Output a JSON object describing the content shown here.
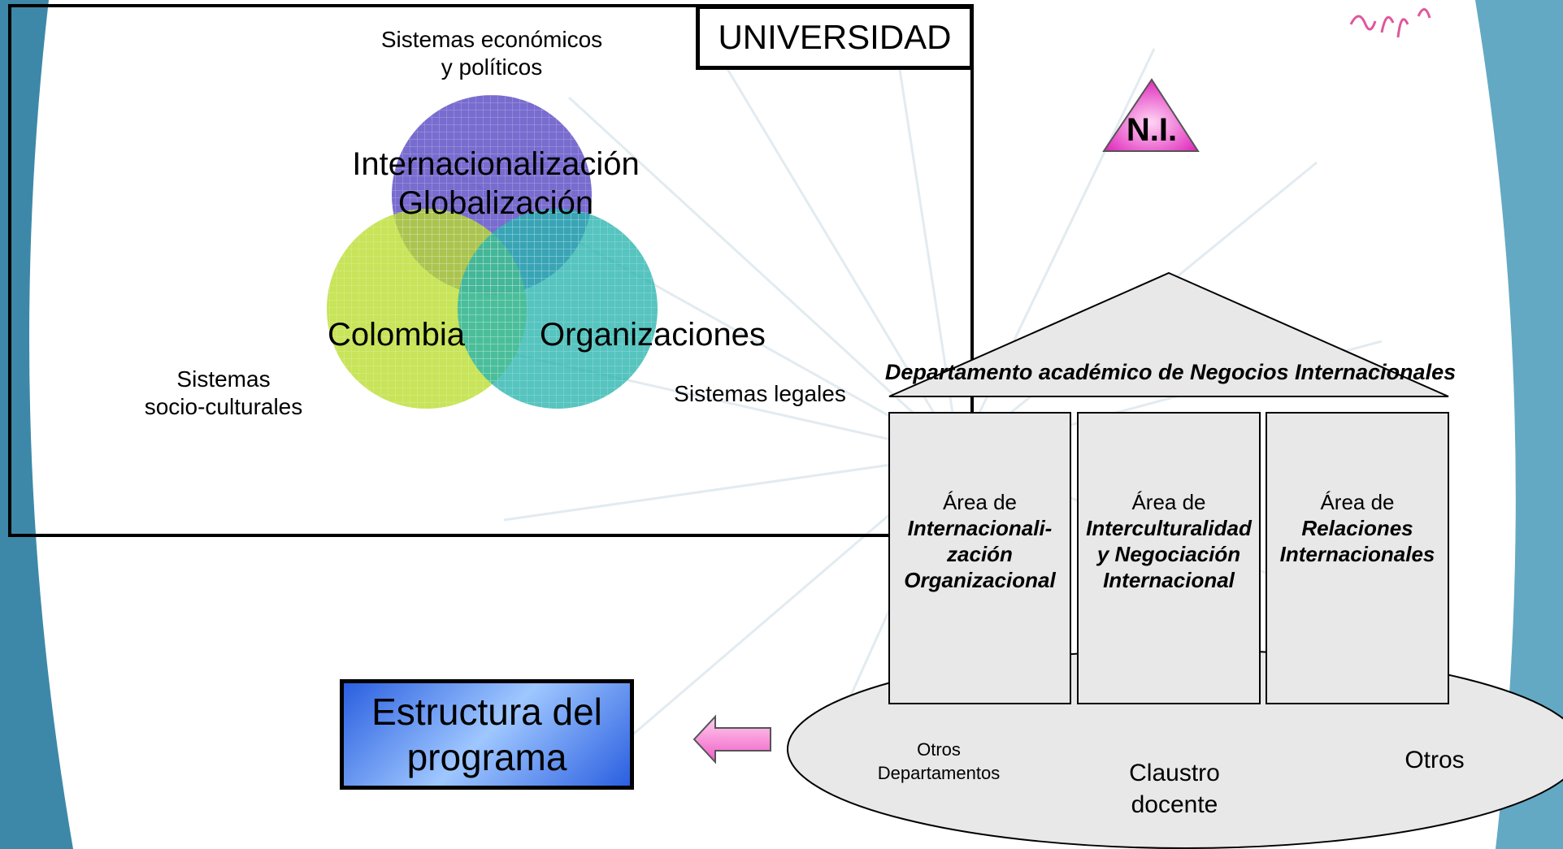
{
  "university_label": "UNIVERSIDAD",
  "ni_label": "N.I.",
  "context": {
    "economic_line1": "Sistemas económicos",
    "economic_line2": "y políticos",
    "socio_line1": "Sistemas",
    "socio_line2": "socio-culturales",
    "legal": "Sistemas legales"
  },
  "venn": {
    "top_line1": "Internacionalización",
    "top_line2": "Globalización",
    "left": "Colombia",
    "right": "Organizaciones",
    "colors": {
      "top": "#5a4cc4",
      "left": "#b8dd2a",
      "right": "#27b3ad"
    }
  },
  "department": {
    "roof_label": "Departamento académico de Negocios Internacionales",
    "areas": [
      {
        "prefix": "Área de",
        "line1": "Internacionali-",
        "line2": "zación",
        "line3": "Organizacional"
      },
      {
        "prefix": "Área de",
        "line1": "Interculturalidad",
        "line2": "y Negociación",
        "line3": "Internacional"
      },
      {
        "prefix": "Área de",
        "line1": "Relaciones",
        "line2": "Internacionales",
        "line3": ""
      }
    ],
    "base": {
      "left_line1": "Otros",
      "left_line2": "Departamentos",
      "center_line1": "Claustro",
      "center_line2": "docente",
      "right": "Otros"
    }
  },
  "program_button": {
    "line1": "Estructura del",
    "line2": "programa"
  }
}
